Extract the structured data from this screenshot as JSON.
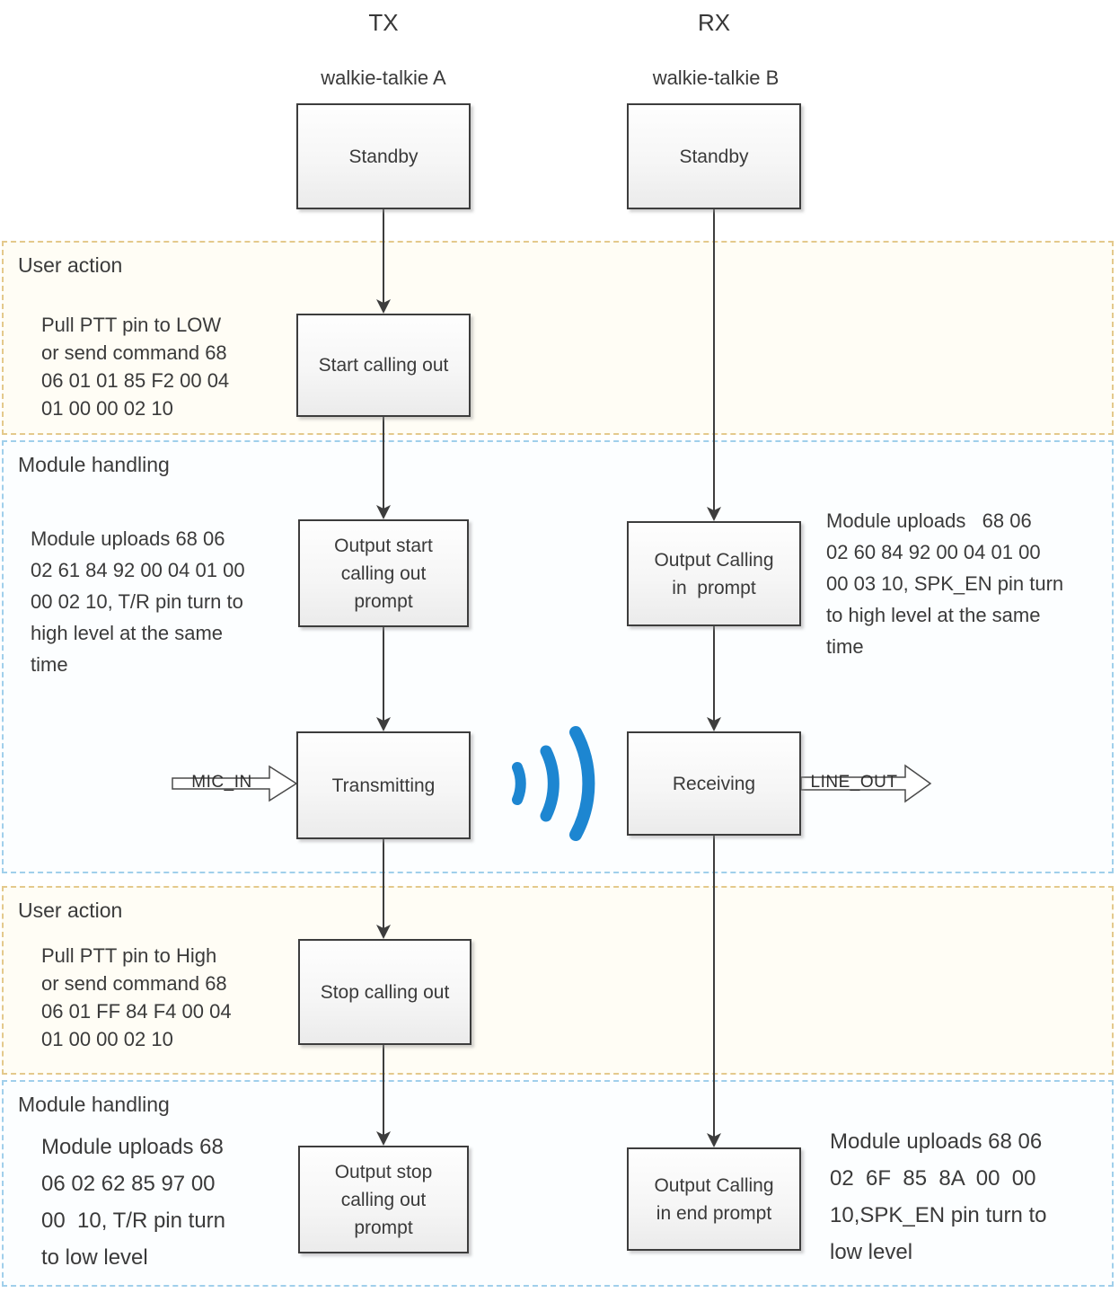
{
  "diagram": {
    "columns": {
      "tx": {
        "header": "TX",
        "device": "walkie-talkie A"
      },
      "rx": {
        "header": "RX",
        "device": "walkie-talkie B"
      }
    },
    "boxes": {
      "tx_standby": "Standby",
      "tx_start_calling_out": "Start calling out",
      "tx_output_start_prompt": "Output start\ncalling out\nprompt",
      "tx_transmitting": "Transmitting",
      "tx_stop_calling_out": "Stop calling out",
      "tx_output_stop_prompt": "Output stop\ncalling out\nprompt",
      "rx_standby": "Standby",
      "rx_output_calling_in_prompt": "Output Calling\nin  prompt",
      "rx_receiving": "Receiving",
      "rx_output_calling_in_end_prompt": "Output Calling\nin end prompt"
    },
    "regions": {
      "user_action_1": {
        "label": "User action",
        "note_left": "Pull PTT pin to LOW\nor send command 68\n06 01 01 85 F2 00 04\n01 00 00 02 10"
      },
      "module_handling_1": {
        "label": "Module handling",
        "note_left": "Module uploads 68 06\n02 61 84 92 00 04 01 00\n00 02 10, T/R pin turn to\nhigh level at the same\ntime",
        "note_right": "Module uploads   68 06\n02 60 84 92 00 04 01 00\n00 03 10, SPK_EN pin turn\nto high level at the same\ntime"
      },
      "user_action_2": {
        "label": "User action",
        "note_left": "Pull PTT pin to High\nor send command 68\n06 01 FF 84 F4 00 04\n01 00 00 02 10"
      },
      "module_handling_2": {
        "label": "Module handling",
        "note_left": "Module uploads 68\n06 02 62 85 97 00\n00  10, T/R pin turn\nto low level",
        "note_right": "Module uploads 68 06\n02  6F  85  8A  00  00\n10,SPK_EN pin turn to\nlow level"
      }
    },
    "signal_labels": {
      "mic_in": "MIC_IN",
      "line_out": "LINE_OUT"
    },
    "colors": {
      "box_border": "#3d3d3d",
      "diagram_text": "#3a3a3a",
      "user_action_border": "#e4c98c",
      "user_action_bg": "#fffdf5",
      "module_handling_border": "#a0cfeb",
      "module_handling_bg": "#fcfeff",
      "wave_icon_blue": "#1d86d1"
    }
  }
}
